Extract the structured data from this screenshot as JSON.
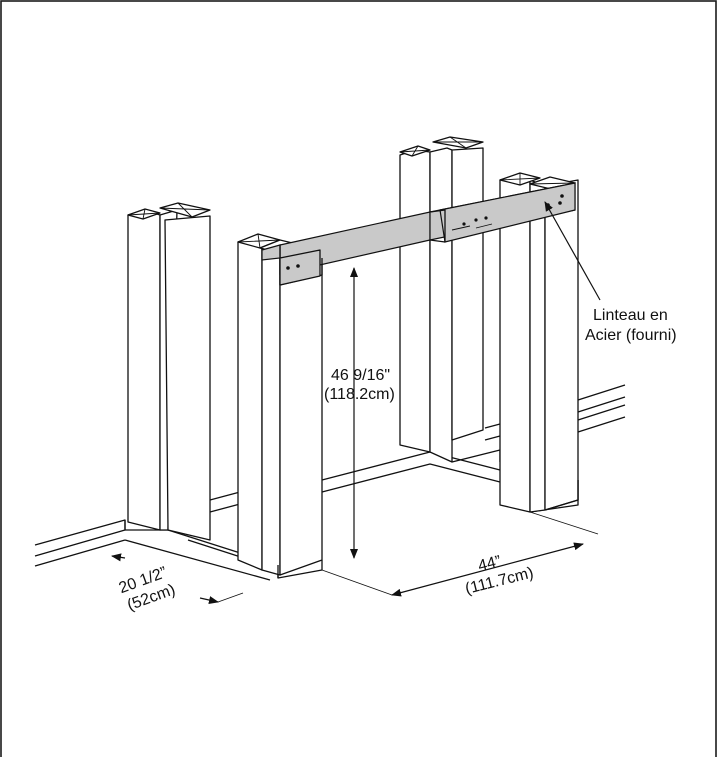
{
  "labels": {
    "height_in": "46 9/16\"",
    "height_cm": "(118.2cm)",
    "width_in": "44”",
    "width_cm": "(111.7cm)",
    "depth_in": "20 1/2”",
    "depth_cm": "(52cm)",
    "lintel_line1": "Linteau en",
    "lintel_line2": "Acier (fourni)"
  },
  "colors": {
    "lintel_fill": "#c9c9c9",
    "line": "#111111"
  }
}
